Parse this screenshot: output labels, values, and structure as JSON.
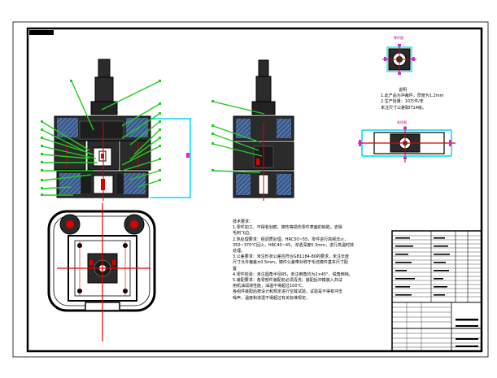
{
  "view_labels": {
    "part_view": "零件图",
    "blank_view": "毛坯图"
  },
  "right_notes": {
    "title": "说明",
    "lines": [
      "1.此产品为冲裁件，厚度为1.2mm",
      "2.生产批量：10万件/年",
      "未注尺寸公差取IT14级。"
    ]
  },
  "technical_requirements": {
    "title": "技术要求：",
    "lines": [
      "1.零件加工、不得有划痕、擦伤等损伤零件表面的缺陷，去除",
      "毛刺飞边。",
      "2.热处理要求：经调质处理，HRC50~55，零件进行高频淬火，",
      "350~370℃回火，HRC40~45，淬透深度0.3mm，进行高温时效",
      "处理。",
      "3.公差要求：未注形状公差应符合GB1184-80的要求，未注长度",
      "尺寸允许偏差±0.5mm，铸件公差带对称于毛坯铸件基本尺寸配",
      "置",
      "4.零件检验：未注圆角半径R5，未注倒角均为2×45°，锐角倒钝。",
      "5.装配要求：各零部件装配前必须清洗，装配后冲模装入并试",
      "用机油润滑性能，油温不得超过100℃。",
      "  各组件装配后按设计和规定进行空载试验，试验是不得有冲击",
      "噪声，温度和渗透不得超过有关标准规定。"
    ]
  },
  "colors": {
    "outline": "#000000",
    "leader": "#22cc22",
    "centerline": "#e00000",
    "dimension": "#00d8f0",
    "marker": "#e020e0",
    "hatch": "#3a5a8c",
    "block": "#2b2b2b"
  }
}
